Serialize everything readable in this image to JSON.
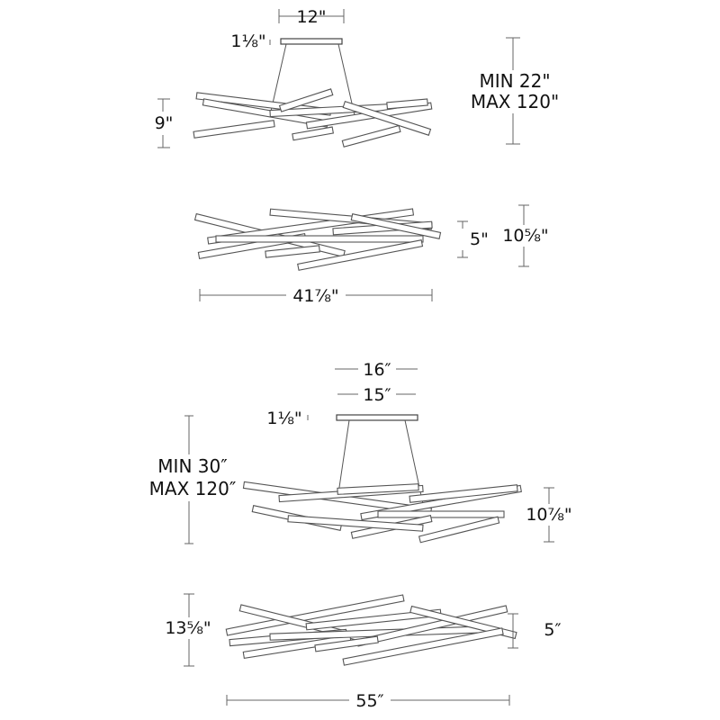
{
  "fixtures": [
    {
      "canopy_width": "12\"",
      "canopy_height": "1⅛\"",
      "overall_height_min": "MIN 22\"",
      "overall_height_max": "MAX 120\"",
      "body_height": "9\"",
      "profile_height_a": "5\"",
      "profile_height_b": "10⅝\"",
      "length": "41⅞\""
    },
    {
      "canopy_width_outer": "16″",
      "canopy_width_inner": "15″",
      "canopy_height": "1⅛\"",
      "overall_height_min": "MIN 30″",
      "overall_height_max": "MAX 120″",
      "body_height": "10⅞\"",
      "profile_height_a": "13⅝\"",
      "profile_height_b": "5″",
      "length": "55″"
    }
  ],
  "colors": {
    "line": "#555555",
    "dimension": "#666666",
    "text": "#111111"
  }
}
